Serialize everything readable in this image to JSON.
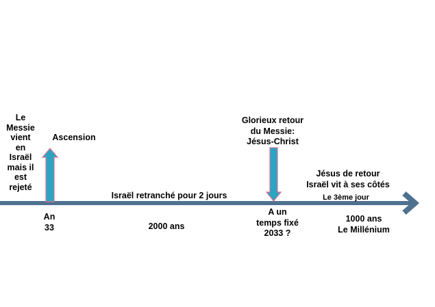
{
  "left_event": {
    "lines": [
      "Le",
      "Messie",
      "vient",
      "en",
      "Israël",
      "mais il",
      "est",
      "rejeté"
    ]
  },
  "ascension": "Ascension",
  "year_33": {
    "lines": [
      "An",
      "33"
    ]
  },
  "cut_off": "Israël retranché pour 2 jours",
  "duration_2000": "2000 ans",
  "return": {
    "lines": [
      "Glorieux retour",
      "du Messie:",
      "Jésus-Christ"
    ]
  },
  "fixed_time": {
    "lines": [
      "A un",
      "temps fixé",
      "2033 ?"
    ]
  },
  "jesus_back": {
    "lines": [
      "Jésus de retour",
      "Israël vit à ses côtés"
    ]
  },
  "third_day": "Le 3ème jour",
  "millennium": {
    "lines": [
      "1000 ans",
      "Le Millénium"
    ]
  },
  "colors": {
    "timeline": "#4f7190",
    "arrow_fill": "#2ba5c1",
    "arrow_outline": "#e0708f"
  }
}
